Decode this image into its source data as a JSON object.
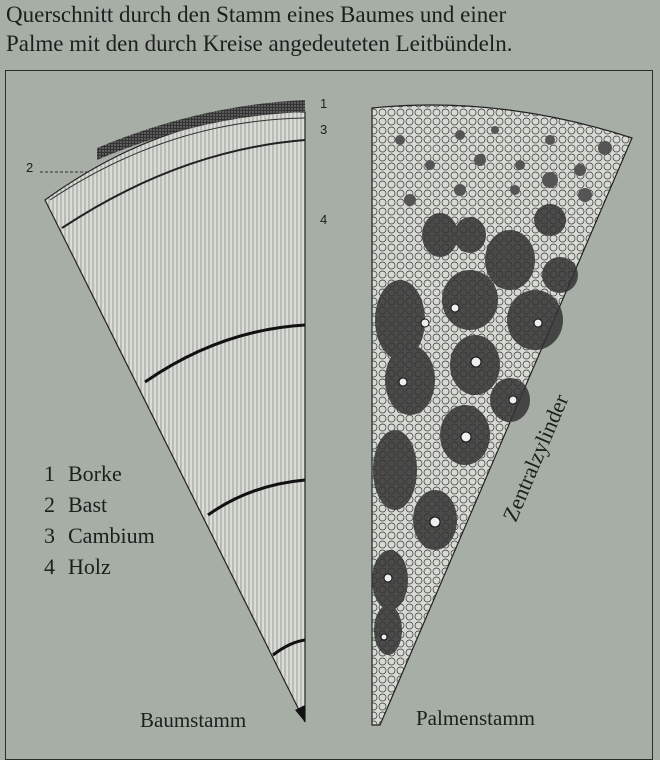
{
  "caption": {
    "line1": "Querschnitt durch den Stamm eines Baumes und einer",
    "line2": "Palme mit den durch Kreise angedeuteten Leitbündeln."
  },
  "tree": {
    "markers": [
      "1",
      "2",
      "3",
      "4"
    ],
    "legend": [
      {
        "num": "1",
        "label": "Borke"
      },
      {
        "num": "2",
        "label": "Bast"
      },
      {
        "num": "3",
        "label": "Cambium"
      },
      {
        "num": "4",
        "label": "Holz"
      }
    ],
    "title": "Baumstamm"
  },
  "palm": {
    "region_label": "Zentralzylinder",
    "title": "Palmenstamm"
  }
}
